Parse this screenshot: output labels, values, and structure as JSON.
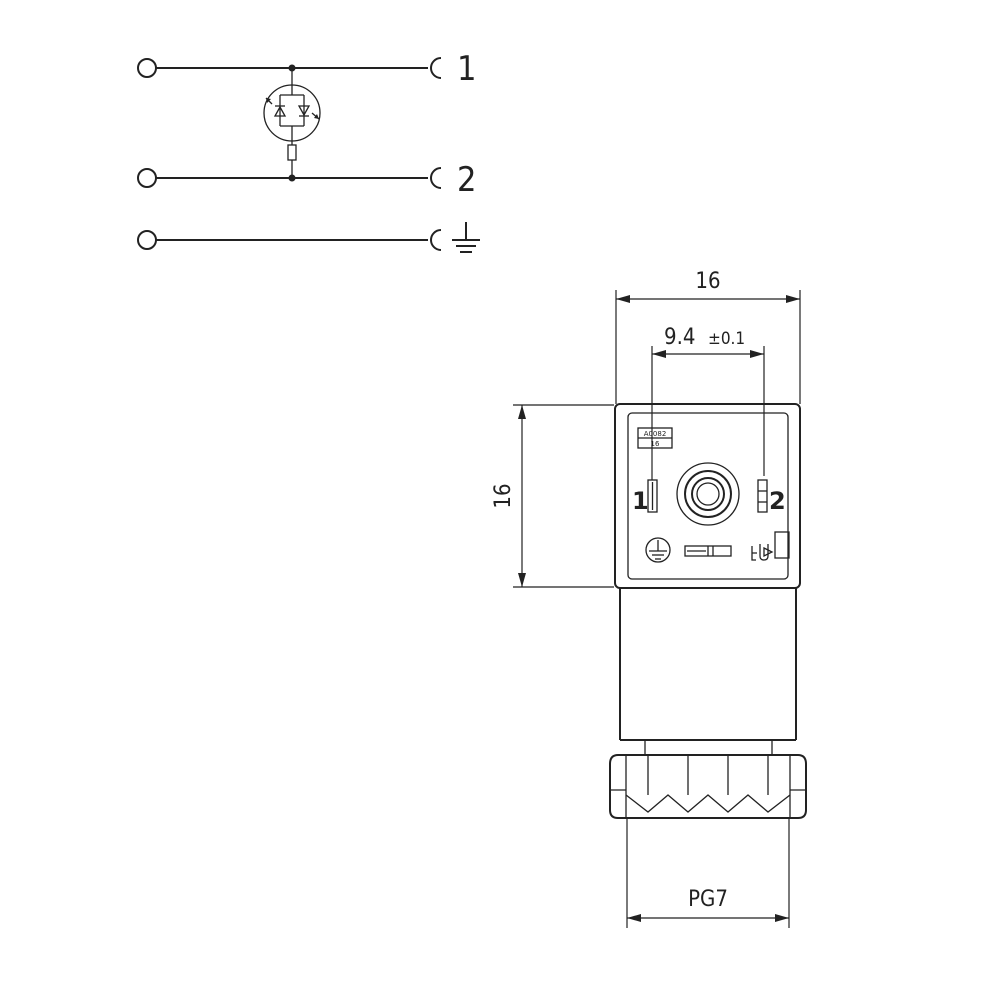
{
  "schematic": {
    "terminals": [
      "1",
      "2"
    ]
  },
  "drawing": {
    "dim_top_width": "16",
    "dim_pin_spacing": "9.4",
    "dim_pin_tolerance": "±0.1",
    "dim_side_height": "16",
    "dim_thread": "PG7",
    "face_pin1": "1",
    "face_pin2": "2",
    "label_box_line1": "A0082",
    "label_box_line2": "16"
  }
}
